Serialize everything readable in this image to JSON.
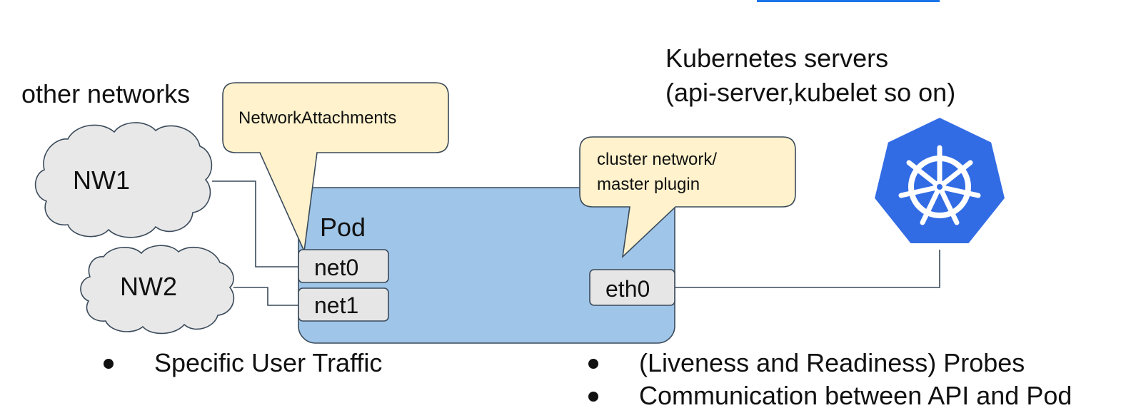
{
  "colors": {
    "pod_fill": "#9fc5e8",
    "callout_fill": "#fff2cc",
    "cloud_fill": "#e8e8e8",
    "interface_fill": "#e6e6e6",
    "k8s_blue": "#326ce5",
    "top_bar": "#1a73e8"
  },
  "labels": {
    "other_networks": "other networks",
    "k8s_title_line1": "Kubernetes servers",
    "k8s_title_line2": "(api-server,kubelet so on)",
    "nw1": "NW1",
    "nw2": "NW2",
    "network_attachments": "NetworkAttachments",
    "cluster_network_line1": "cluster network/",
    "cluster_network_line2": "master plugin",
    "pod": "Pod",
    "net0": "net0",
    "net1": "net1",
    "eth0": "eth0"
  },
  "bullets": {
    "left": [
      "Specific User Traffic"
    ],
    "right": [
      "(Liveness and Readiness) Probes",
      "Communication between API and Pod"
    ]
  },
  "icons": {
    "kubernetes": "kubernetes-helm-wheel-icon",
    "bullet": "bullet-dot"
  }
}
